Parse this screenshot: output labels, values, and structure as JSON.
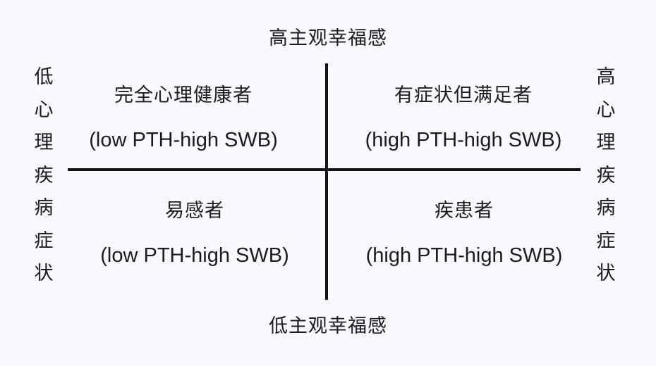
{
  "diagram": {
    "type": "quadrant",
    "colors": {
      "background": "#f8f9fc",
      "text": "#1c1a22",
      "axis_lines": "#141218"
    },
    "axes": {
      "top": "高主观幸福感",
      "bottom": "低主观幸福感",
      "left": [
        "低",
        "心",
        "理",
        "疾",
        "病",
        "症",
        "状"
      ],
      "right": [
        "高",
        "心",
        "理",
        "疾",
        "病",
        "症",
        "状"
      ]
    },
    "quadrants": {
      "top_left": {
        "title": "完全心理健康者",
        "subtitle": "(low PTH-high SWB)"
      },
      "top_right": {
        "title": "有症状但满足者",
        "subtitle": "(high PTH-high SWB)"
      },
      "bottom_left": {
        "title": "易感者",
        "subtitle": "(low PTH-high SWB)"
      },
      "bottom_right": {
        "title": "疾患者",
        "subtitle": "(high PTH-high SWB)"
      }
    }
  }
}
